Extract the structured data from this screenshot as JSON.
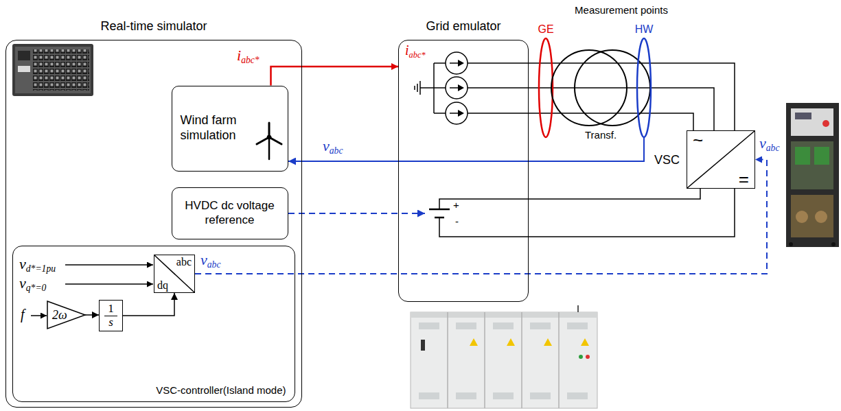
{
  "diagram": {
    "nodes": [
      {
        "text": [
          "Real-time simulator"
        ]
      },
      {
        "text": [
          "Wind farm simulation"
        ],
        "in": 0
      },
      {
        "text": [
          "HVDC dc voltage reference"
        ],
        "in": 0
      },
      {
        "text": [
          "VSC-controller(Island mode)"
        ],
        "in": 0
      },
      {
        "text": [
          "abc",
          "dq"
        ],
        "in": 3
      },
      {
        "text": [
          "2ω"
        ],
        "in": 3
      },
      {
        "text": [
          "1",
          "s"
        ],
        "in": 3
      },
      {
        "text": [
          "Grid emulator"
        ]
      },
      {
        "text": [
          "VSC",
          "~",
          "="
        ]
      }
    ],
    "edges": [
      {
        "from": 1,
        "to": 7,
        "arrow": "to",
        "label": "iabc*"
      },
      {
        "from": 5,
        "to": 6,
        "arrow": "to"
      },
      {
        "from": 6,
        "to": 4,
        "arrow": "to"
      },
      {
        "from": 4,
        "to": 8,
        "arrow": "to",
        "label": "vabc"
      }
    ],
    "labels": [
      "Measurement points",
      "GE",
      "HW",
      "iabc*",
      "vabc",
      "vd*=1pu",
      "vq*=0",
      "f",
      "Transf.",
      "+",
      "-",
      "vabc"
    ]
  }
}
